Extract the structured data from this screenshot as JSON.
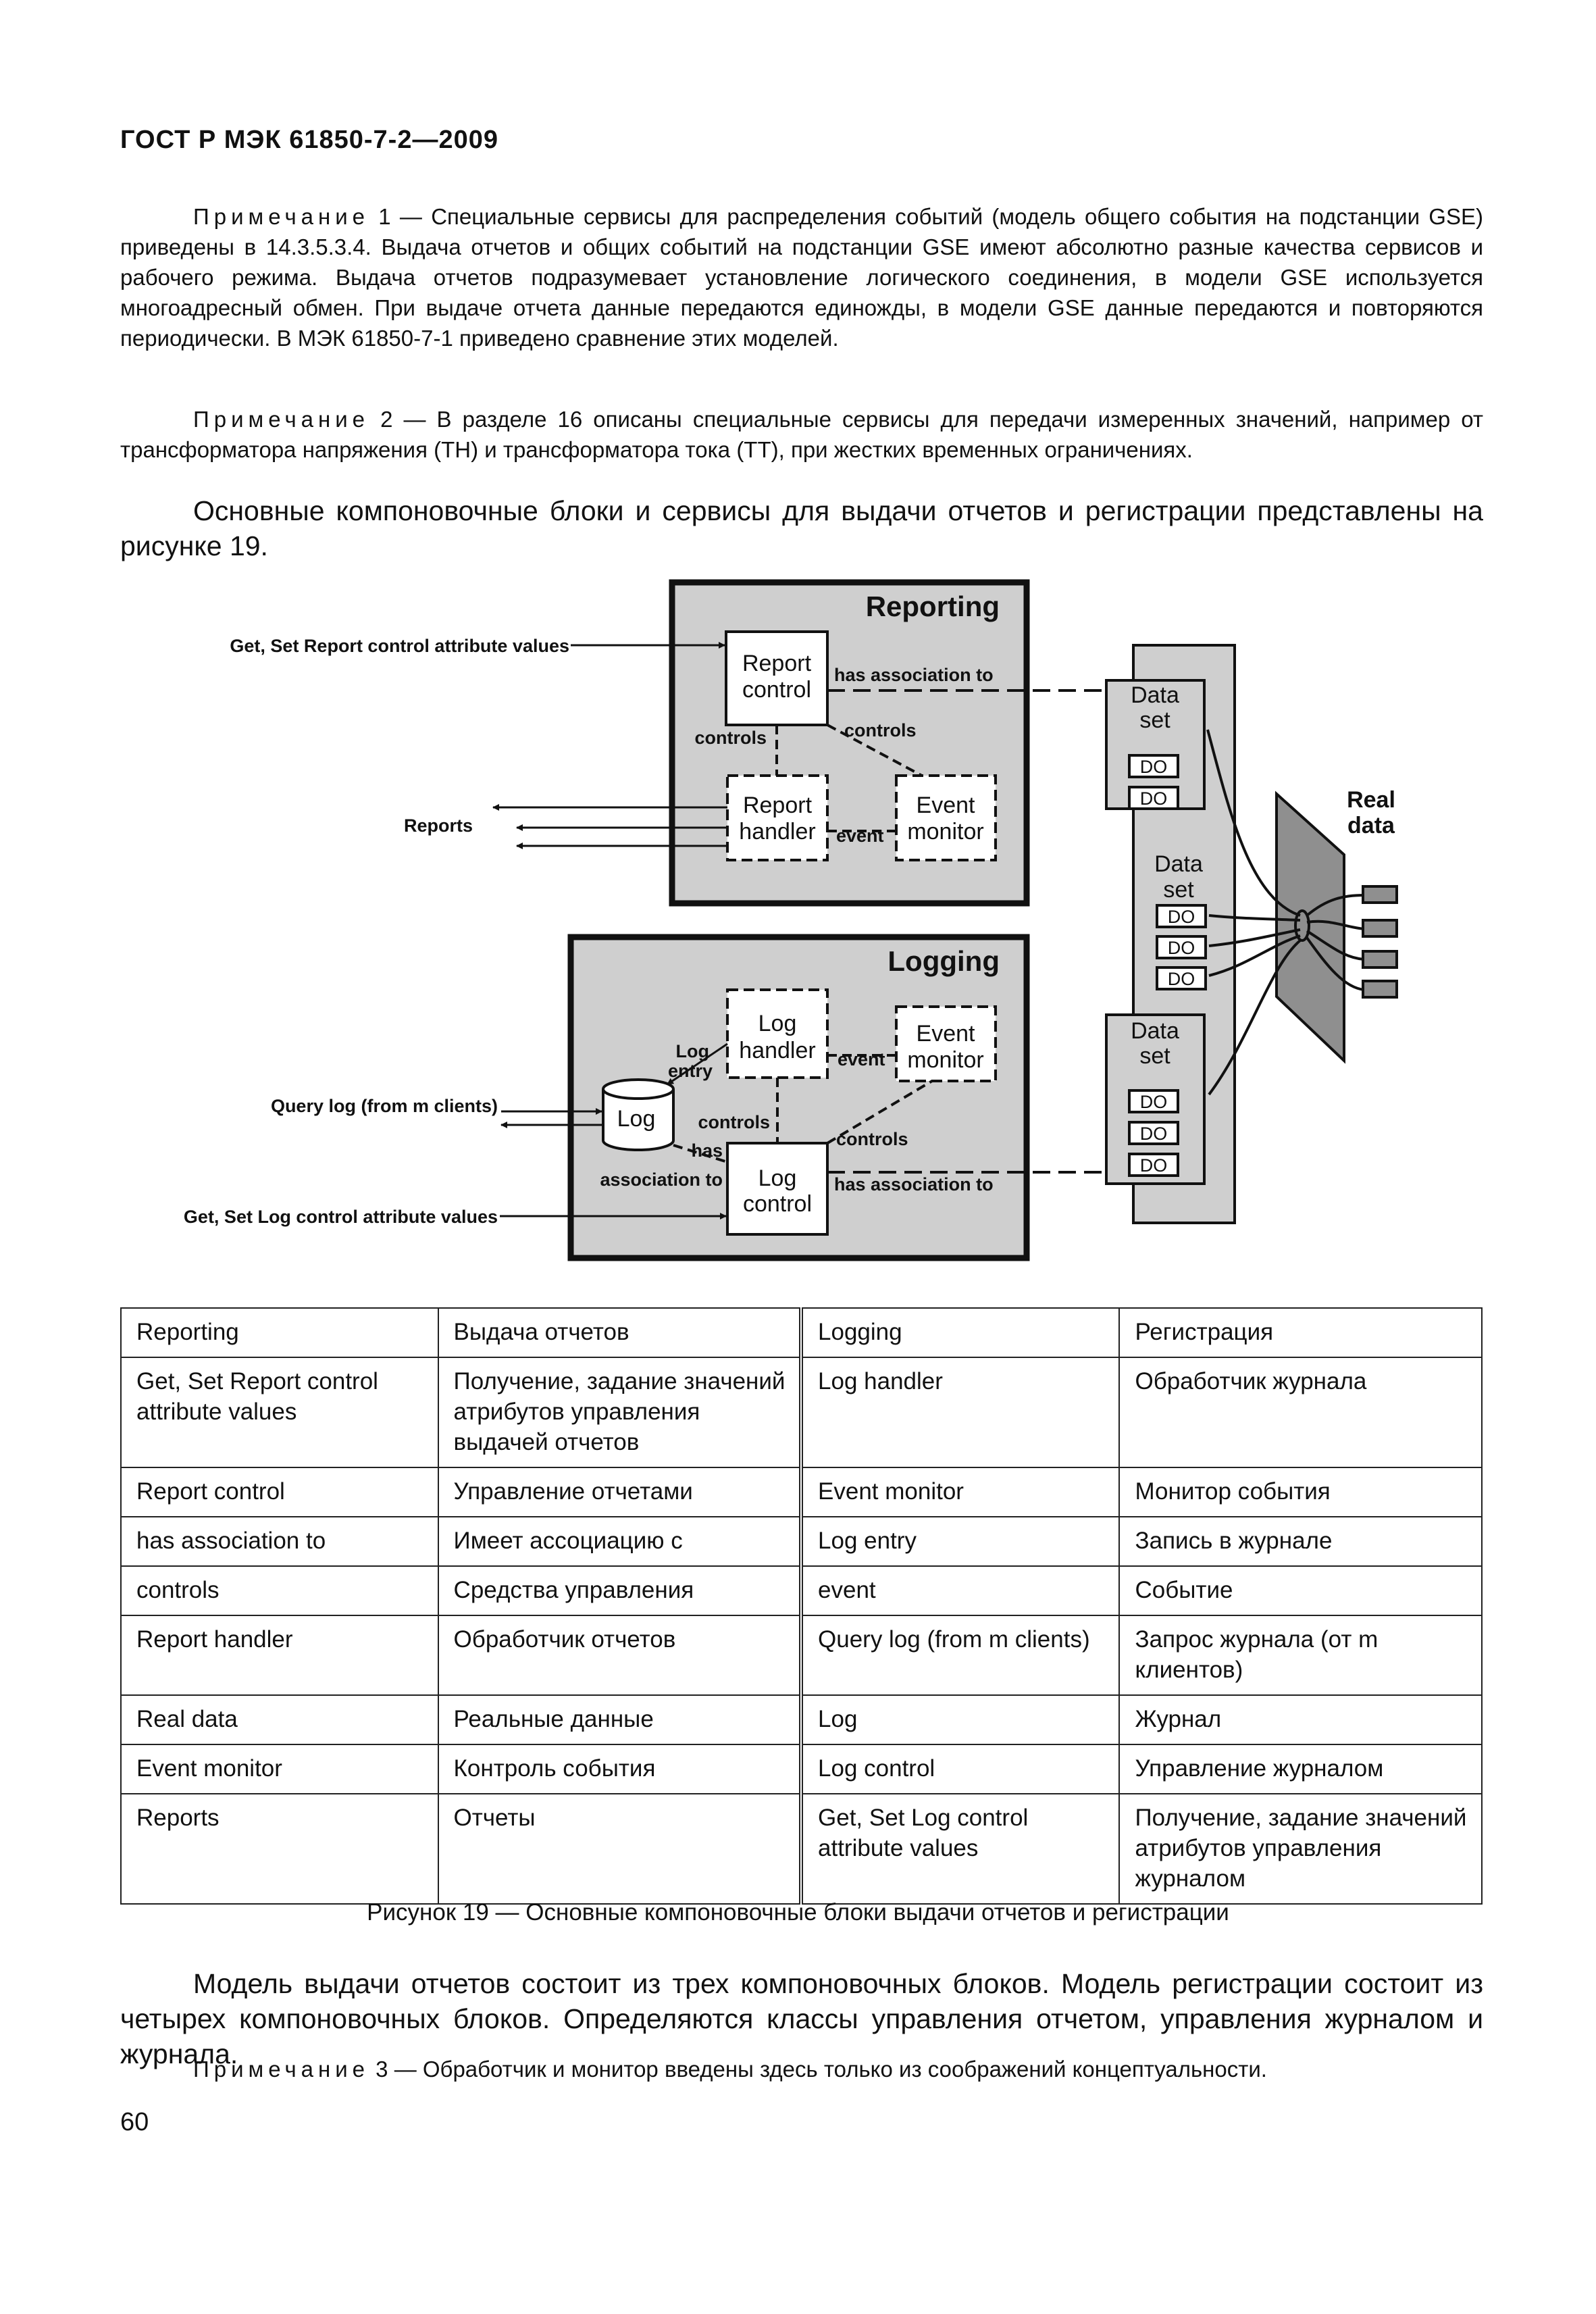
{
  "header": {
    "doc_title": "ГОСТ Р МЭК 61850-7-2—2009"
  },
  "notes": [
    {
      "lead": "Примечание",
      "rest": " 1 — Специальные сервисы для распределения событий (модель общего события на подстанции GSE) приведены в 14.3.5.3.4. Выдача отчетов и общих событий на подстанции GSE имеют абсолютно разные качества сервисов и рабочего режима. Выдача отчетов подразумевает установление логического соединения, в модели GSE используется многоадресный обмен. При выдаче отчета данные передаются единожды, в модели GSE данные передаются и повторяются периодически. В МЭК 61850-7-1 приведено сравнение этих моделей."
    },
    {
      "lead": "Примечание",
      "rest": " 2 — В разделе 16 описаны специальные сервисы для передачи измеренных значений, например от трансформатора напряжения (ТН) и трансформатора тока (ТТ), при жестких временных ограничениях."
    },
    {
      "lead": "Примечание",
      "rest": " 3 — Обработчик и монитор введены здесь только из соображений концептуальности."
    }
  ],
  "intro_para": "Основные компоновочные блоки и сервисы для выдачи отчетов и регистрации представлены на рисунке 19.",
  "figure": {
    "reporting_title": "Reporting",
    "logging_title": "Logging",
    "get_set_report": "Get, Set Report control attribute values",
    "reports": "Reports",
    "query_log": "Query log (from m clients)",
    "get_set_log": "Get, Set Log control attribute values",
    "report_control": [
      "Report",
      "control"
    ],
    "report_handler": [
      "Report",
      "handler"
    ],
    "event_monitor": [
      "Event",
      "monitor"
    ],
    "log_handler": [
      "Log",
      "handler"
    ],
    "log_control": [
      "Log",
      "control"
    ],
    "log": "Log",
    "has_association_to": "has association to",
    "controls": "controls",
    "event": "event",
    "log_entry": [
      "Log",
      "entry"
    ],
    "has": "has",
    "association_to": "association to",
    "data_set": [
      "Data",
      "set"
    ],
    "do": "DO",
    "real_data": [
      "Real",
      "data"
    ]
  },
  "glossary": {
    "rows": [
      [
        "Reporting",
        "Выдача отчетов",
        "Logging",
        "Регистрация"
      ],
      [
        "Get, Set Report control attribute values",
        "Получение, задание значений атрибутов управления выдачей отчетов",
        "Log handler",
        "Обработчик журнала"
      ],
      [
        "Report control",
        "Управление отчетами",
        "Event monitor",
        "Монитор события"
      ],
      [
        "has association to",
        "Имеет ассоциацию с",
        "Log entry",
        "Запись в журнале"
      ],
      [
        "controls",
        "Средства управления",
        "event",
        "Событие"
      ],
      [
        "Report handler",
        "Обработчик отчетов",
        "Query log (from m clients)",
        "Запрос журнала (от m клиентов)"
      ],
      [
        "Real data",
        "Реальные данные",
        "Log",
        "Журнал"
      ],
      [
        "Event monitor",
        "Контроль события",
        "Log control",
        "Управление журналом"
      ],
      [
        "Reports",
        "Отчеты",
        "Get, Set Log control attribute values",
        "Получение, задание значений атрибутов управления журналом"
      ]
    ]
  },
  "caption": "Рисунок 19 — Основные компоновочные блоки выдачи отчетов и регистрации",
  "closing_para": "Модель выдачи отчетов состоит из трех компоновочных блоков. Модель регистрации состоит из четырех компоновочных блоков. Определяются классы управления отчетом, управления журналом и журнала.",
  "page_number": "60"
}
